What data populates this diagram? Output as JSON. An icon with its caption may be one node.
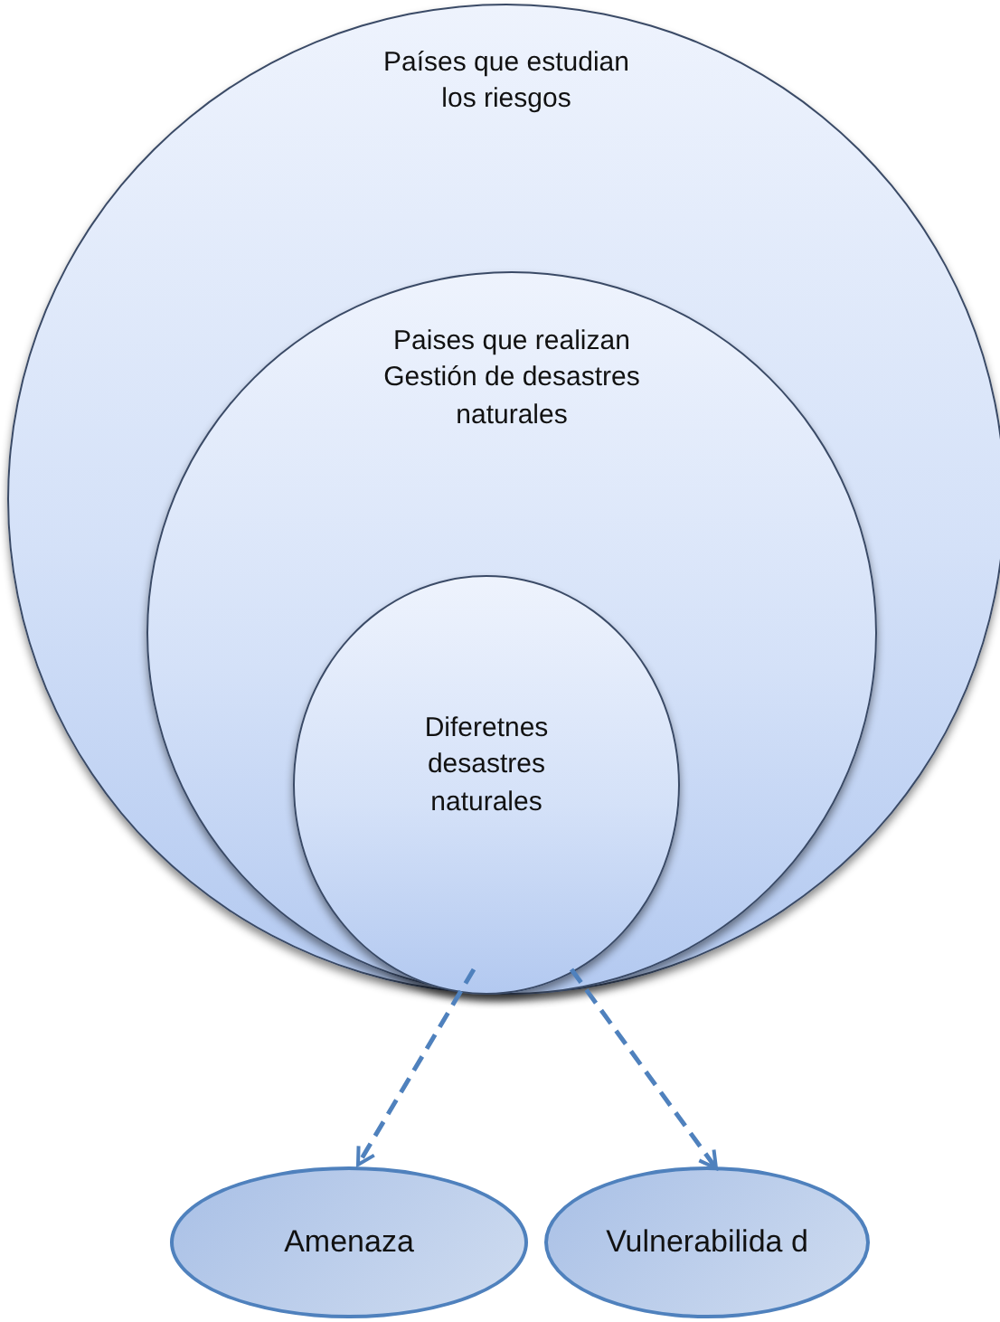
{
  "diagram": {
    "nodes": [
      {
        "text": [
          "Países que estudian los riesgos"
        ]
      },
      {
        "text": [
          "Paises que realizan Gestión de desastres naturales"
        ],
        "in": 0
      },
      {
        "text": [
          "Diferetnes desastres naturales"
        ],
        "in": 1
      },
      {
        "text": [
          "Amenaza"
        ]
      },
      {
        "text": [
          "Vulnerabilida d"
        ]
      }
    ],
    "edges": [
      {
        "from": 2,
        "to": 3,
        "arrow": "to",
        "style": "dashed"
      },
      {
        "from": 2,
        "to": 4,
        "arrow": "to",
        "style": "dashed"
      }
    ]
  }
}
